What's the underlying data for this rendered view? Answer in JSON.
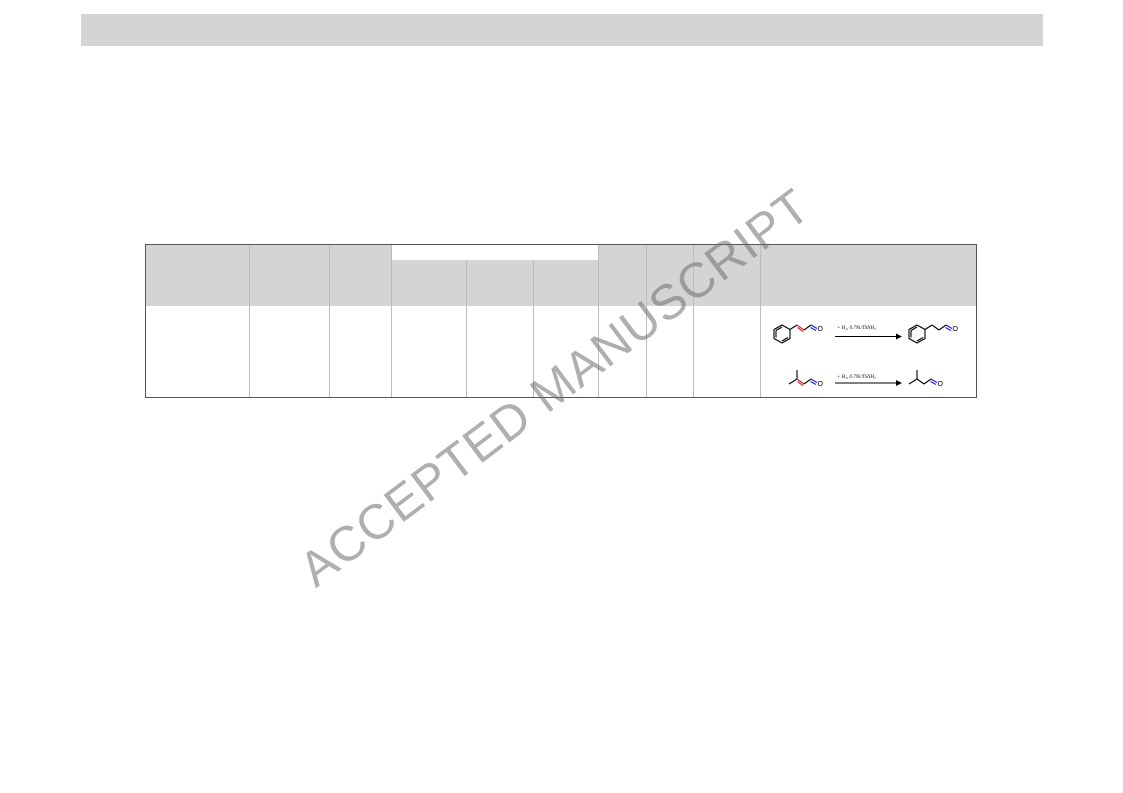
{
  "watermark": {
    "text": "ACCEPTED MANUSCRIPT"
  },
  "table": {
    "header_color": "#d4d4d4",
    "rows": [
      {
        "reaction_schemes": [
          {
            "reagent": "+ H₂, 0.7Ni/TSNH₂",
            "oxygen_label": "O"
          },
          {
            "reagent": "+ H₂, 0.7Ni/TSNH₂",
            "oxygen_label": "O"
          }
        ]
      }
    ]
  },
  "colors": {
    "cc_double_bond": "#e02020",
    "co_double_bond": "#1a1aff"
  }
}
